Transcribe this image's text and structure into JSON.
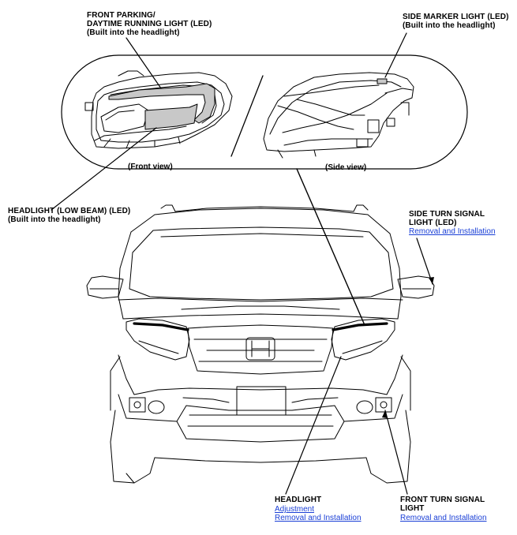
{
  "labels": {
    "front_parking": {
      "line1": "FRONT PARKING/",
      "line2": "DAYTIME RUNNING LIGHT (LED)",
      "line3": "(Built into the headlight)"
    },
    "side_marker": {
      "line1": "SIDE MARKER LIGHT (LED)",
      "line2": "(Built into the headlight)"
    },
    "front_view": "(Front view)",
    "side_view": "(Side view)",
    "headlight_low": {
      "line1": "HEADLIGHT (LOW BEAM) (LED)",
      "line2": "(Built into the headlight)"
    },
    "side_turn": {
      "line1": "SIDE TURN SIGNAL",
      "line2": "LIGHT (LED)",
      "link1": "Removal and Installation"
    },
    "headlight": {
      "line1": "HEADLIGHT",
      "link1": "Adjustment",
      "link2": "Removal and Installation"
    },
    "front_turn": {
      "line1": "FRONT TURN SIGNAL",
      "line2": "LIGHT",
      "link1": "Removal and Installation"
    }
  },
  "colors": {
    "link": "#1a3fd6",
    "line": "#000000",
    "highlight_fill": "#c8c8c8"
  }
}
